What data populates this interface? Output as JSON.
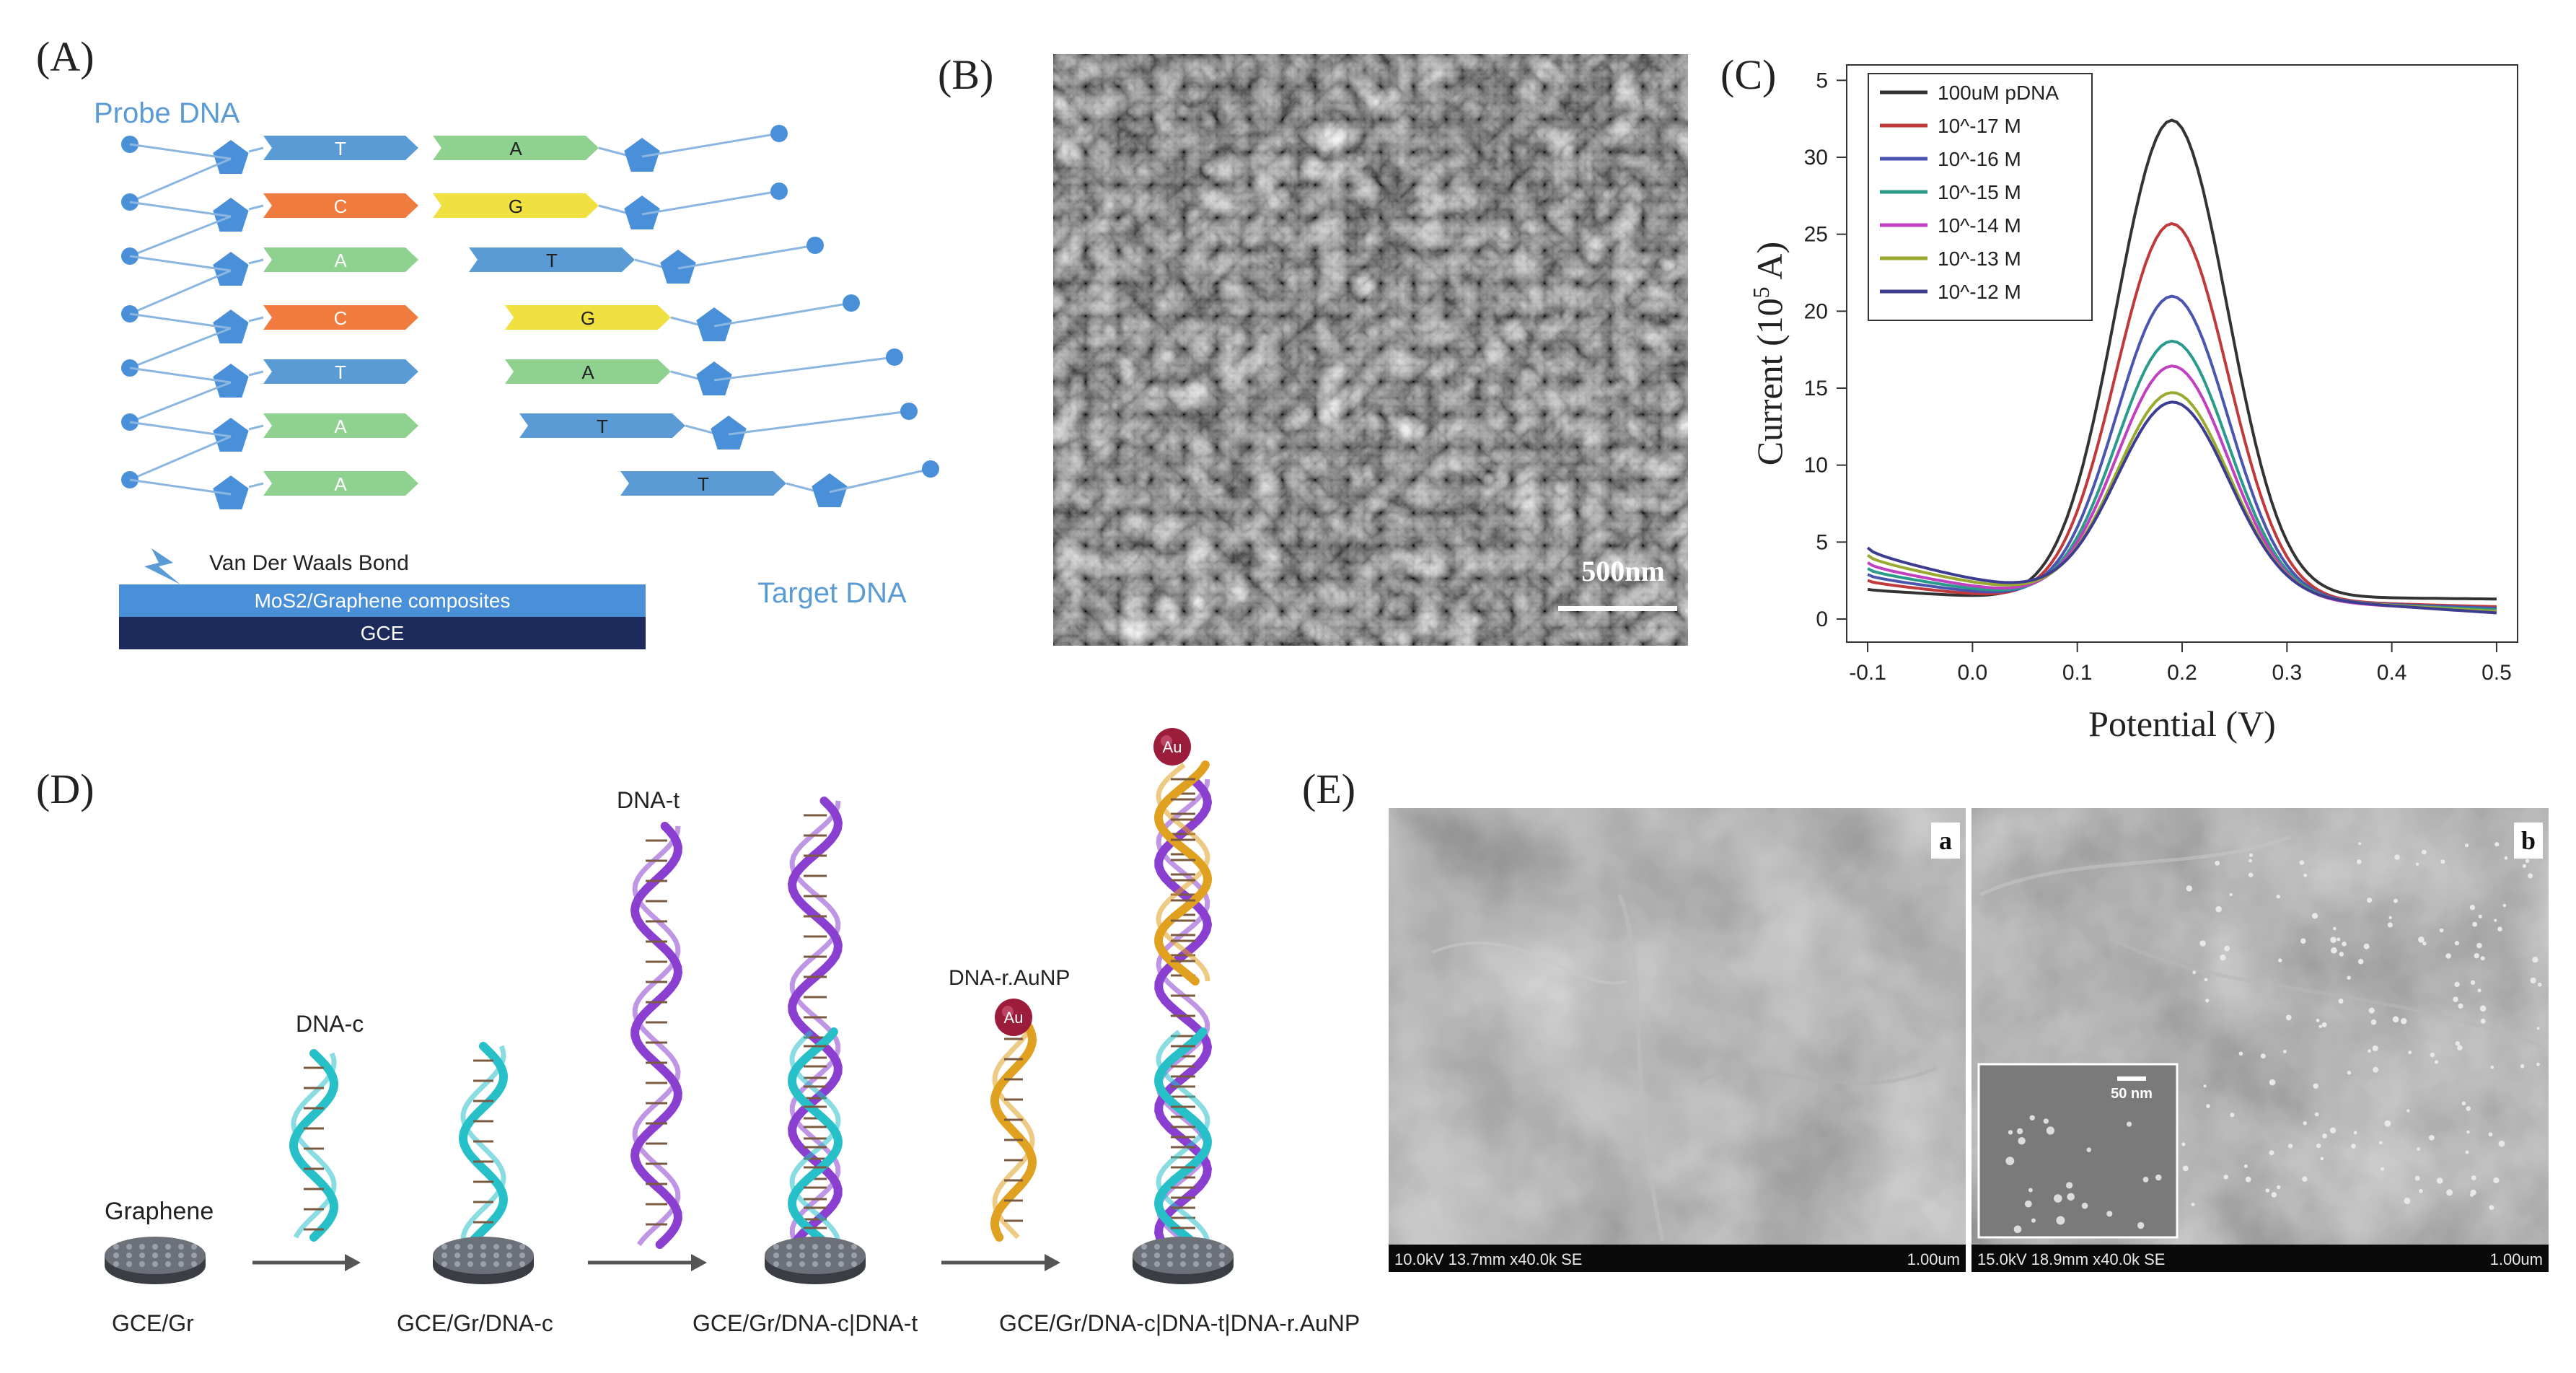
{
  "panels": {
    "a": {
      "label": "(A)",
      "probe_title": "Probe DNA",
      "target_title": "Target DNA",
      "probe_bases": [
        "T",
        "C",
        "A",
        "C",
        "T",
        "A",
        "A"
      ],
      "target_bases": [
        "A",
        "G",
        "T",
        "G",
        "A",
        "T",
        "T"
      ],
      "bond_label": "Van Der Waals Bond",
      "composite_layer": "MoS2/Graphene composites",
      "electrode_layer": "GCE"
    },
    "b": {
      "label": "(B)",
      "scale_bar": "500nm"
    },
    "c": {
      "label": "(C)"
    },
    "d": {
      "label": "(D)",
      "graphene_label": "Graphene",
      "dna_c": "DNA-c",
      "dna_t": "DNA-t",
      "dna_r": "DNA-r.AuNP",
      "au_label": "Au",
      "steps": [
        "GCE/Gr",
        "GCE/Gr/DNA-c",
        "GCE/Gr/DNA-c|DNA-t",
        "GCE/Gr/DNA-c|DNA-t|DNA-r.AuNP"
      ]
    },
    "e": {
      "label": "(E)",
      "sub_a": "a",
      "sub_b": "b",
      "info_a": "10.0kV 13.7mm x40.0k SE",
      "info_b": "15.0kV 18.9mm x40.0k SE",
      "scale_a": "1.00um",
      "scale_b": "1.00um",
      "inset_scale": "50 nm"
    }
  },
  "colors": {
    "base_T": "#5b9bd5",
    "base_A": "#8fd18f",
    "base_C": "#f07b3f",
    "base_G": "#f0e040",
    "backbone": "#4a90d9",
    "cyan_strand": "#28c0c8",
    "purple_strand": "#8a3fd0",
    "orange_strand": "#e0a020",
    "gold_np": "#9c1c3c"
  },
  "chart_data": {
    "type": "line",
    "title": "",
    "xlabel": "Potential (V)",
    "ylabel": "Current (10^5 A)",
    "xlim": [
      -0.1,
      0.5
    ],
    "ylim": [
      0,
      35
    ],
    "x_ticks": [
      "-0.1",
      "0.0",
      "0.1",
      "0.2",
      "0.3",
      "0.4",
      "0.5"
    ],
    "y_ticks": [
      "0",
      "5",
      "10",
      "15",
      "20",
      "25",
      "30"
    ],
    "y_top_tick": "5",
    "legend_position": "top-left",
    "series": [
      {
        "name": "100uM pDNA",
        "color": "#333333",
        "base_start": 2.0,
        "base_end": 1.3,
        "peak": 32.5
      },
      {
        "name": "10^-17 M",
        "color": "#c0393b",
        "base_start": 2.6,
        "base_end": 0.8,
        "peak": 25.8
      },
      {
        "name": "10^-16 M",
        "color": "#4a55b0",
        "base_start": 3.0,
        "base_end": 0.7,
        "peak": 21.1
      },
      {
        "name": "10^-15 M",
        "color": "#2a9a8a",
        "base_start": 3.4,
        "base_end": 0.6,
        "peak": 18.2
      },
      {
        "name": "10^-14 M",
        "color": "#c040c0",
        "base_start": 3.8,
        "base_end": 0.5,
        "peak": 16.6
      },
      {
        "name": "10^-13 M",
        "color": "#9aaa30",
        "base_start": 4.3,
        "base_end": 0.5,
        "peak": 14.9
      },
      {
        "name": "10^-12 M",
        "color": "#3c3c90",
        "base_start": 4.8,
        "base_end": 0.4,
        "peak": 14.3
      }
    ]
  }
}
